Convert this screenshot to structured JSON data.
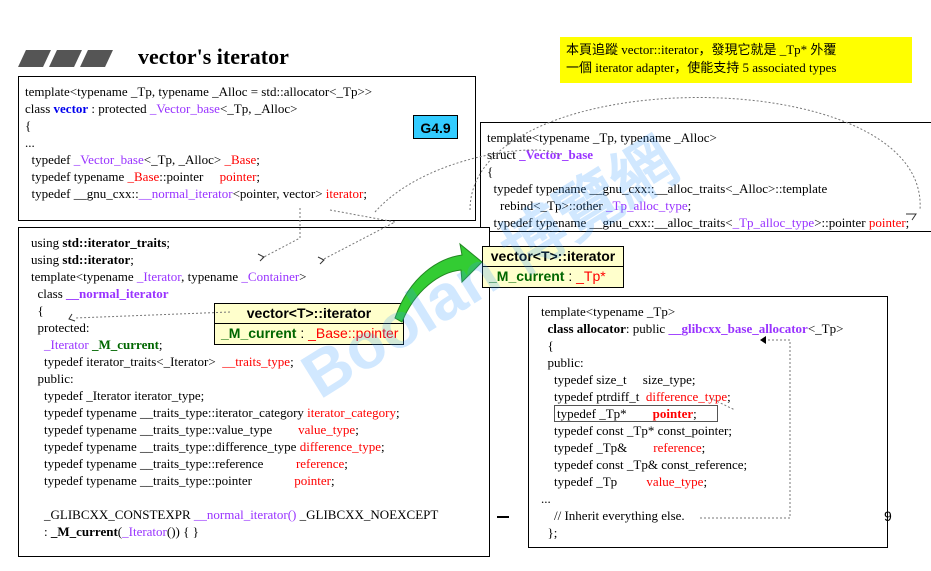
{
  "title": "vector's iterator",
  "note": {
    "line1": "本頁追蹤 vector::iterator，發現它就是 _Tp* 外覆",
    "line2": "一個 iterator adapter，使能支持 5 associated types"
  },
  "badge": "G4.9",
  "watermark": "Boolan 博覽網",
  "page_number": "9",
  "vector_box": {
    "lines": [
      "template<typename _Tp, typename _Alloc = std::allocator<_Tp>>",
      "class vector : protected _Vector_base<_Tp, _Alloc>",
      "{",
      "...",
      "  typedef _Vector_base<_Tp, _Alloc> _Base;",
      "  typedef typename _Base::pointer     pointer;",
      "  typedef __gnu_cxx::__normal_iterator<pointer, vector> iterator;"
    ]
  },
  "vector_base_box": {
    "lines": [
      "template<typename _Tp, typename _Alloc>",
      "struct _Vector_base",
      "{",
      "  typedef typename __gnu_cxx::__alloc_traits<_Alloc>::template",
      "    rebind<_Tp>::other _Tp_alloc_type;",
      "  typedef typename __gnu_cxx::__alloc_traits<_Tp_alloc_type>::pointer pointer;"
    ]
  },
  "normal_iter_box": {
    "lines": [
      "using std::iterator_traits;",
      "using std::iterator;",
      "template<typename _Iterator, typename _Container>",
      "  class __normal_iterator",
      "  {",
      "  protected:",
      "    _Iterator _M_current;",
      "    typedef iterator_traits<_Iterator>  __traits_type;",
      "  public:",
      "    typedef _Iterator iterator_type;",
      "    typedef typename __traits_type::iterator_category iterator_category;",
      "    typedef typename __traits_type::value_type        value_type;",
      "    typedef typename __traits_type::difference_type difference_type;",
      "    typedef typename __traits_type::reference          reference;",
      "    typedef typename __traits_type::pointer             pointer;",
      "",
      "    _GLIBCXX_CONSTEXPR __normal_iterator() _GLIBCXX_NOEXCEPT",
      "    : _M_current(_Iterator()) { }"
    ]
  },
  "allocator_box": {
    "lines": [
      "template<typename _Tp>",
      "  class allocator: public __glibcxx_base_allocator<_Tp>",
      "  {",
      "  public:",
      "    typedef size_t     size_type;",
      "    typedef ptrdiff_t  difference_type;",
      "    typedef _Tp*        pointer;",
      "    typedef const _Tp* const_pointer;",
      "    typedef _Tp&        reference;",
      "    typedef const _Tp& const_reference;",
      "    typedef _Tp         value_type;",
      "...",
      "    // Inherit everything else.",
      "  };"
    ]
  },
  "callout_left": {
    "header": "vector<T>::iterator",
    "member": "_M_current",
    "type": "_Base::pointer"
  },
  "callout_right": {
    "header": "vector<T>::iterator",
    "member": "_M_current",
    "type": "_Tp*"
  },
  "colors": {
    "blue": "#0000ee",
    "purple": "#9933ff",
    "red": "#ff0000",
    "note_bg": "#ffff00",
    "callout_bg": "#ffffcc",
    "badge_bg": "#33ccff",
    "arrow": "#33cc33"
  }
}
